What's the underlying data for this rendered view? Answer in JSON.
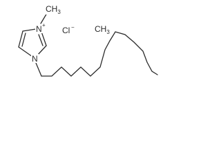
{
  "structure": {
    "ring_n_top": "N",
    "ring_n_top_charge": "+",
    "ring_n_bottom": "N",
    "methyl": "CH",
    "methyl_subscript": "3",
    "counterion": "Cl",
    "counterion_charge": "−",
    "chain_end": "CH",
    "chain_end_subscript": "3"
  }
}
